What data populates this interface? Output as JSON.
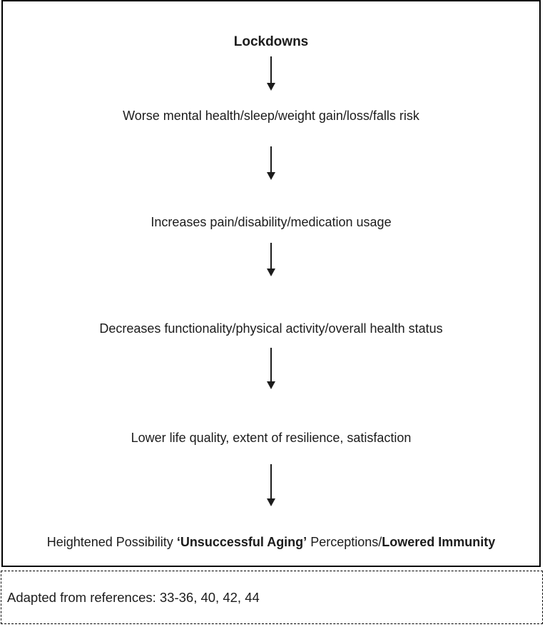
{
  "diagram": {
    "title": "Lockdowns",
    "steps": [
      {
        "text": "Worse mental health/sleep/weight gain/loss/falls risk"
      },
      {
        "text": "Increases pain/disability/medication usage"
      },
      {
        "text": "Decreases functionality/physical activity/overall health status"
      },
      {
        "text": "Lower life quality, extent of resilience, satisfaction"
      }
    ],
    "outcome": {
      "prefix": "Heightened Possibility ",
      "bold1": "‘Unsuccessful Aging’",
      "middle": " Perceptions/",
      "bold2": "Lowered Immunity"
    },
    "arrow_icon": "down-arrow-icon",
    "arrow_count": 5
  },
  "caption": {
    "text": "Adapted from references: 33-36, 40, 42, 44"
  },
  "colors": {
    "background": "#ffffff",
    "text": "#1c1c1c",
    "border": "#000000"
  }
}
